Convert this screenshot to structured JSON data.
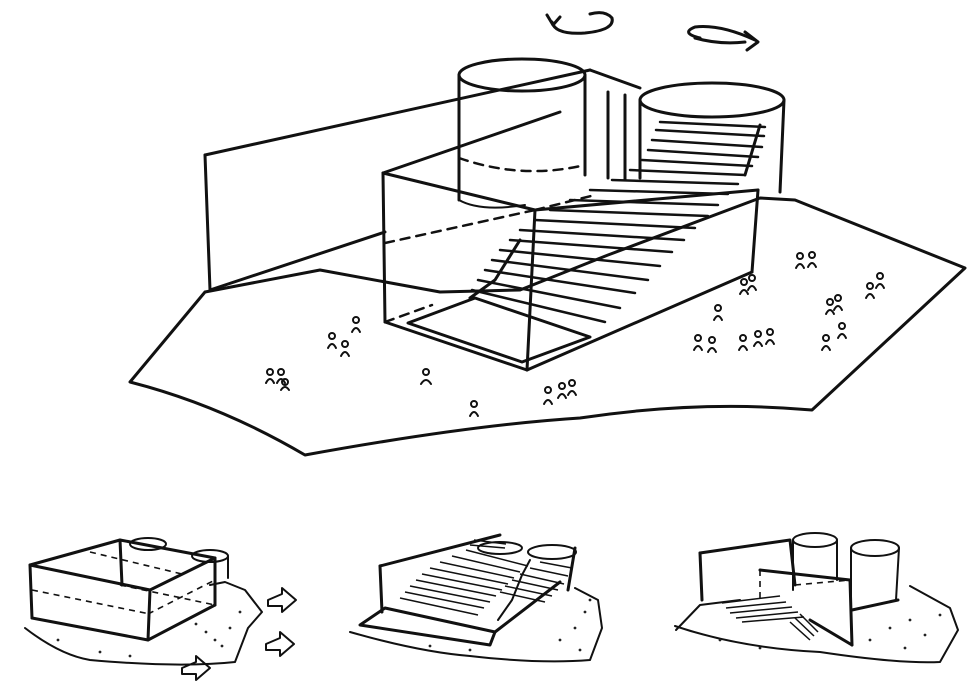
{
  "diagram": {
    "main_view": {
      "elements": [
        "ground-plane",
        "back-wall",
        "glass-box",
        "stair-ramp",
        "cylinder-left",
        "cylinder-right",
        "rotation-arrow-left",
        "rotation-arrow-right",
        "people-groups"
      ]
    },
    "variants": [
      {
        "name": "variant-1"
      },
      {
        "name": "variant-2"
      },
      {
        "name": "variant-3"
      }
    ]
  }
}
